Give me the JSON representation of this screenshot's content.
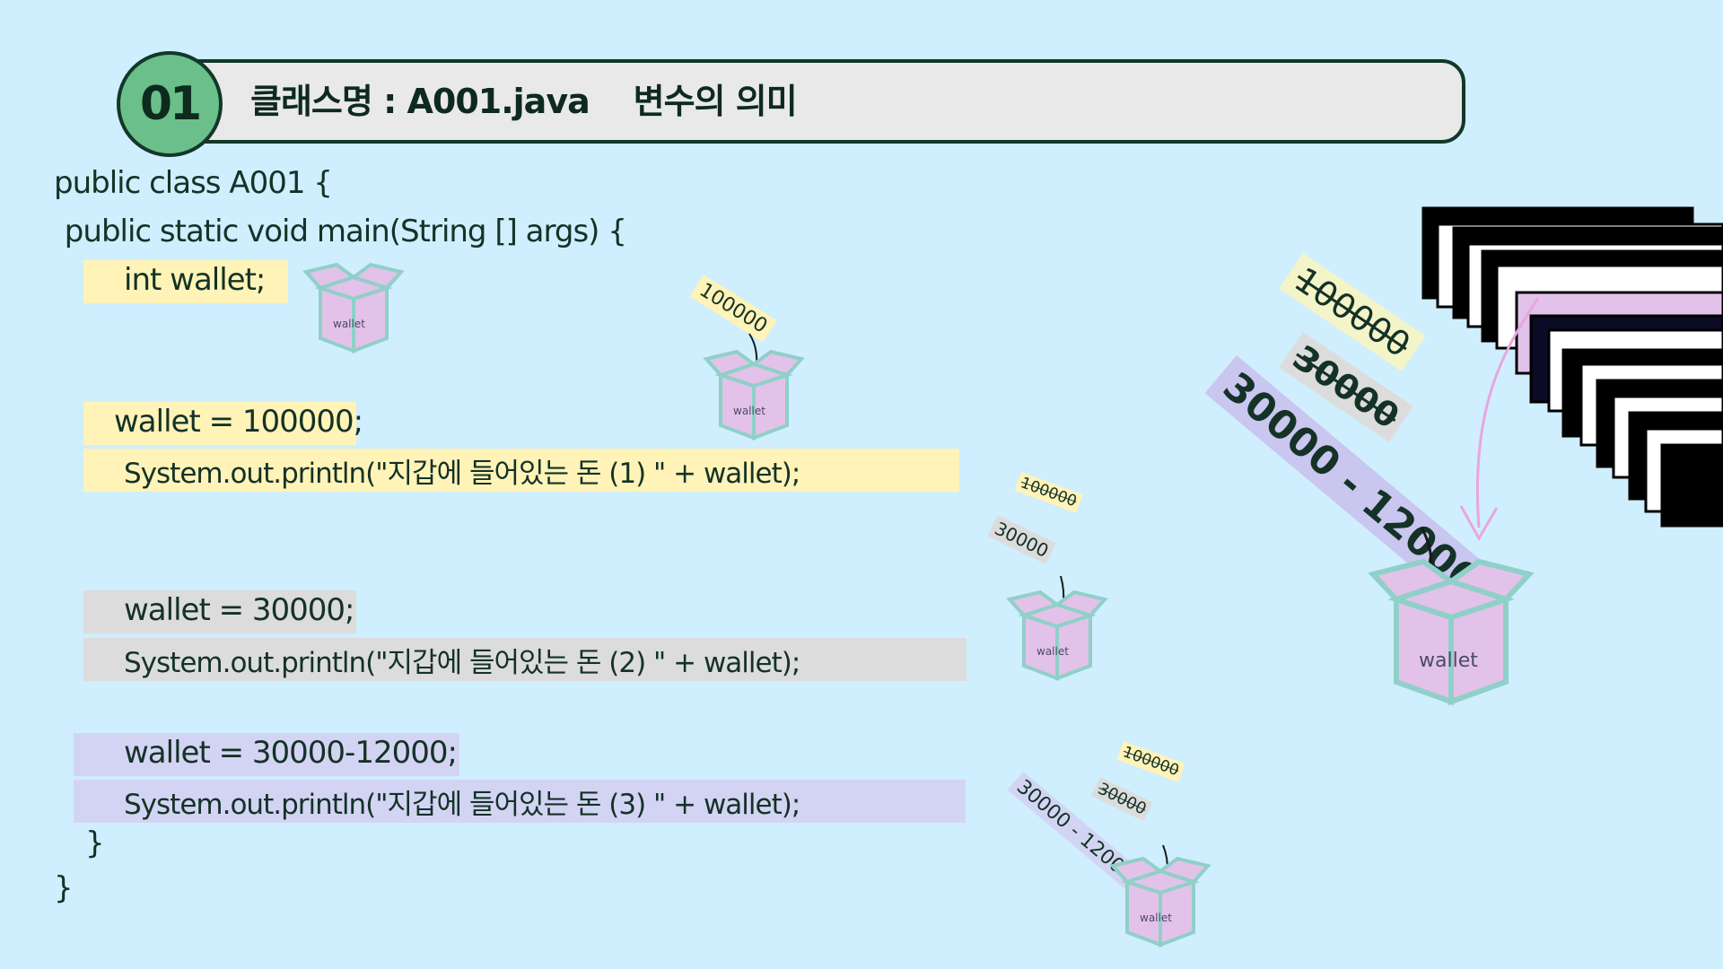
{
  "header": {
    "number": "01",
    "title": "클래스명 : A001.java    변수의 의미"
  },
  "code": {
    "line_class": "public class A001 {",
    "line_main": " public static void main(String [] args) {",
    "line_declare": "int wallet;",
    "line_assign1": "wallet = 100000;",
    "line_print1": "System.out.println(\"지갑에 들어있는 돈 (1) \" + wallet);",
    "line_assign2": "wallet = 30000;",
    "line_print2": "System.out.println(\"지갑에 들어있는 돈 (2) \" + wallet);",
    "line_assign3": "wallet = 30000-12000;",
    "line_print3": "System.out.println(\"지갑에 들어있는 돈 (3) \" + wallet);",
    "close_inner": "}",
    "close_outer": "}"
  },
  "boxes": {
    "label": "wallet",
    "tag_100000": "100000",
    "tag_30000": "30000",
    "tag_expr": "30000 - 12000"
  },
  "colors": {
    "background": "#cfeefe",
    "highlight_yellow": "#fff3b8",
    "highlight_gray": "#dcdcdc",
    "highlight_purple": "#d3d4f3",
    "box_fill": "#e3c2ea",
    "box_stroke": "#8fd0c8",
    "accent_green": "#6bbf8a"
  }
}
